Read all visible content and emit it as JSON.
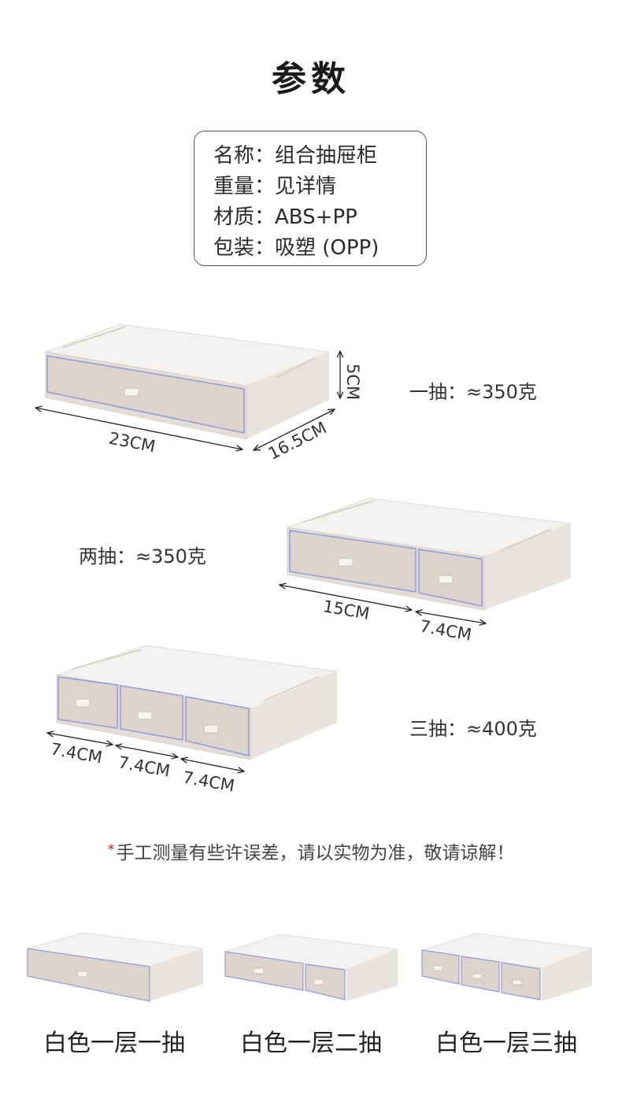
{
  "title": "参数",
  "specs": [
    {
      "label": "名称：",
      "value": "组合抽屉柜"
    },
    {
      "label": "重量：",
      "value": "见详情"
    },
    {
      "label": "材质：",
      "value": "ABS+PP"
    },
    {
      "label": "包装：",
      "value": "吸塑 (OPP)"
    }
  ],
  "products": [
    {
      "weight": "一抽：≈350克",
      "dimensions": {
        "width": "23CM",
        "depth": "16.5CM",
        "height": "5CM"
      }
    },
    {
      "weight": "两抽：≈350克",
      "dimensions": {
        "drawer_1": "15CM",
        "drawer_2": "7.4CM"
      }
    },
    {
      "weight": "三抽：≈400克",
      "dimensions": {
        "drawer_1": "7.4CM",
        "drawer_2": "7.4CM",
        "drawer_3": "7.4CM"
      }
    }
  ],
  "note": {
    "star": "*",
    "text": "手工测量有些许误差，请以实物为准，敬请谅解！"
  },
  "variants": [
    {
      "label": "白色一层一抽"
    },
    {
      "label": "白色一层二抽"
    },
    {
      "label": "白色一层三抽"
    }
  ],
  "colors": {
    "box_top": "#f1f0ee",
    "box_front": "#e6e2dd",
    "drawer": "#ddd6cf",
    "drawer_edge": "#8f9bd8",
    "note_star": "#e02020"
  }
}
